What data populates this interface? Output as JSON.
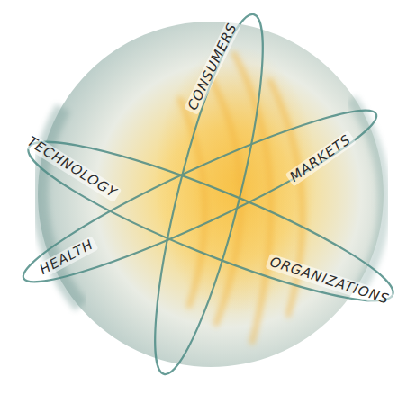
{
  "diagram": {
    "labels": [
      "CONSUMERS",
      "TECHNOLOGY",
      "MARKETS",
      "HEALTH",
      "ORGANIZATIONS"
    ]
  }
}
